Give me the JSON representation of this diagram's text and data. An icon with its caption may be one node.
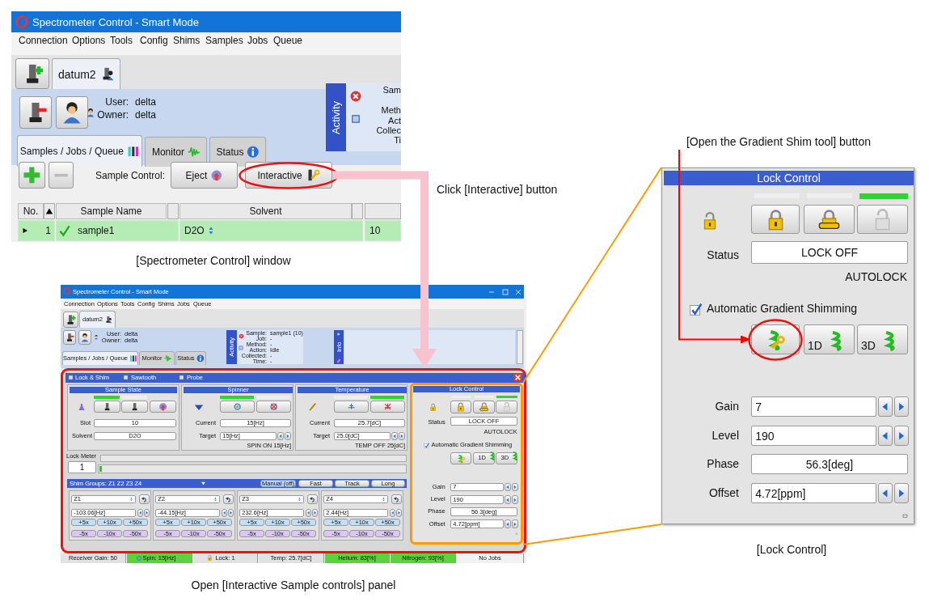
{
  "diagram": {
    "nodes": [
      {
        "text": [
          "Spectrometer Control - Smart Mode",
          "Connection",
          "Options",
          "Tools",
          "Config",
          "Shims",
          "Samples",
          "Jobs",
          "Queue",
          "datum2",
          "User:",
          "delta",
          "Owner:",
          "delta",
          "Activity",
          "Sam",
          "Meth",
          "Act",
          "Collec",
          "Ti",
          "Samples / Jobs / Queue",
          "Monitor",
          "Status",
          "Sample Control:",
          "Eject",
          "No.",
          "Sample Name",
          "Solvent",
          "1",
          "sample1",
          "D2O",
          "10"
        ],
        "beside": [
          "[Spectrometer Control] window"
        ]
      },
      {
        "text": [
          "Interactive"
        ],
        "in": 0
      },
      {
        "text": [
          "Spectrometer Control - Smart Mode",
          "Connection",
          "Options",
          "Tools",
          "Config",
          "Shims",
          "Jobs",
          "Queue",
          "datum2",
          "User:",
          "delta",
          "Owner:",
          "delta",
          "Samples / Jobs / Queue",
          "Monitor",
          "Status",
          "Activity",
          "Sample:",
          "sample1 (10)",
          "Job:",
          "-",
          "Method:",
          "-",
          "Action:",
          "Idle",
          "Collected:",
          "-",
          "Time:",
          "-",
          "Info",
          "Receiver Gain: 50",
          "Spin: 15[Hz]",
          "Lock: 1",
          "Temp: 25.7[dC]",
          "Helium: 83[%]",
          "Nitrogen: 93[%]",
          "No Jobs"
        ]
      },
      {
        "text": [
          "Lock & Shim",
          "Sawtooth",
          "Probe",
          "Lock Meter",
          "1",
          "Shim Groups:",
          "Z1 Z2 Z3 Z4",
          "Manual (off)",
          "Fast",
          "Track",
          "Long",
          "Z1",
          "-103.06[Hz]",
          "+5x",
          "+10x",
          "+50x",
          "-5x",
          "-10x",
          "-50x",
          "Z2",
          "-44.15[Hz]",
          "+5x",
          "+10x",
          "+50x",
          "-5x",
          "-10x",
          "-50x",
          "Z3",
          "232.6[Hz]",
          "+5x",
          "+10x",
          "+50x",
          "-5x",
          "-10x",
          "-50x",
          "Z4",
          "2.44[Hz]",
          "+5x",
          "+10x",
          "+50x",
          "-5x",
          "-10x",
          "-50x"
        ],
        "in": 2,
        "beside": [
          "Open [Interactive Sample controls] panel"
        ]
      },
      {
        "text": [
          "Sample State",
          "Slot",
          "10",
          "Solvent",
          "D2O"
        ],
        "in": 3
      },
      {
        "text": [
          "Spinner",
          "Current",
          "15[Hz]",
          "Target",
          "15[Hz]",
          "SPIN ON 15[Hz]"
        ],
        "in": 3
      },
      {
        "text": [
          "Temperature",
          "Current",
          "25.7[dC]",
          "Target",
          "25.0[dC]",
          "TEMP OFF 25[dC]"
        ],
        "in": 3
      },
      {
        "text": [
          "Lock Control",
          "Status",
          "LOCK OFF",
          "AUTOLOCK",
          "Automatic Gradient Shimming",
          "1D",
          "3D",
          "Gain",
          "7",
          "Level",
          "190",
          "Phase",
          "56.3[deg]",
          "Offset",
          "4.72[ppm]"
        ],
        "in": 3
      },
      {
        "text": [
          "[Open the Gradient Shim tool] button"
        ]
      },
      {
        "text": [
          "Lock Control",
          "Status",
          "LOCK OFF",
          "AUTOLOCK",
          "Automatic Gradient Shimming",
          "Gain",
          "7",
          "Level",
          "190",
          "Phase",
          "56.3[deg]",
          "Offset",
          "4.72[ppm]"
        ],
        "beside": [
          "[Lock Control]"
        ]
      },
      {
        "text": [],
        "shape": "box",
        "in": 9
      },
      {
        "text": [],
        "shape": "box",
        "in": 9
      },
      {
        "text": [],
        "shape": "box",
        "in": 9
      },
      {
        "text": [],
        "shape": "box",
        "in": 9
      },
      {
        "text": [
          "1D"
        ],
        "in": 9
      },
      {
        "text": [
          "3D"
        ],
        "in": 9
      }
    ],
    "edges": [
      {
        "from": 1,
        "to": 3,
        "arrow": "to",
        "label": "Click [Interactive] button",
        "style": "thick",
        "color": "#f8c3ce"
      },
      {
        "from": 7,
        "to": 9,
        "arrow": "none",
        "color": "#ff9900"
      },
      {
        "from": 7,
        "to": 9,
        "arrow": "none",
        "color": "#ff9900"
      },
      {
        "from": 8,
        "to": 13,
        "arrow": "to",
        "color": "#ff0000"
      }
    ]
  }
}
